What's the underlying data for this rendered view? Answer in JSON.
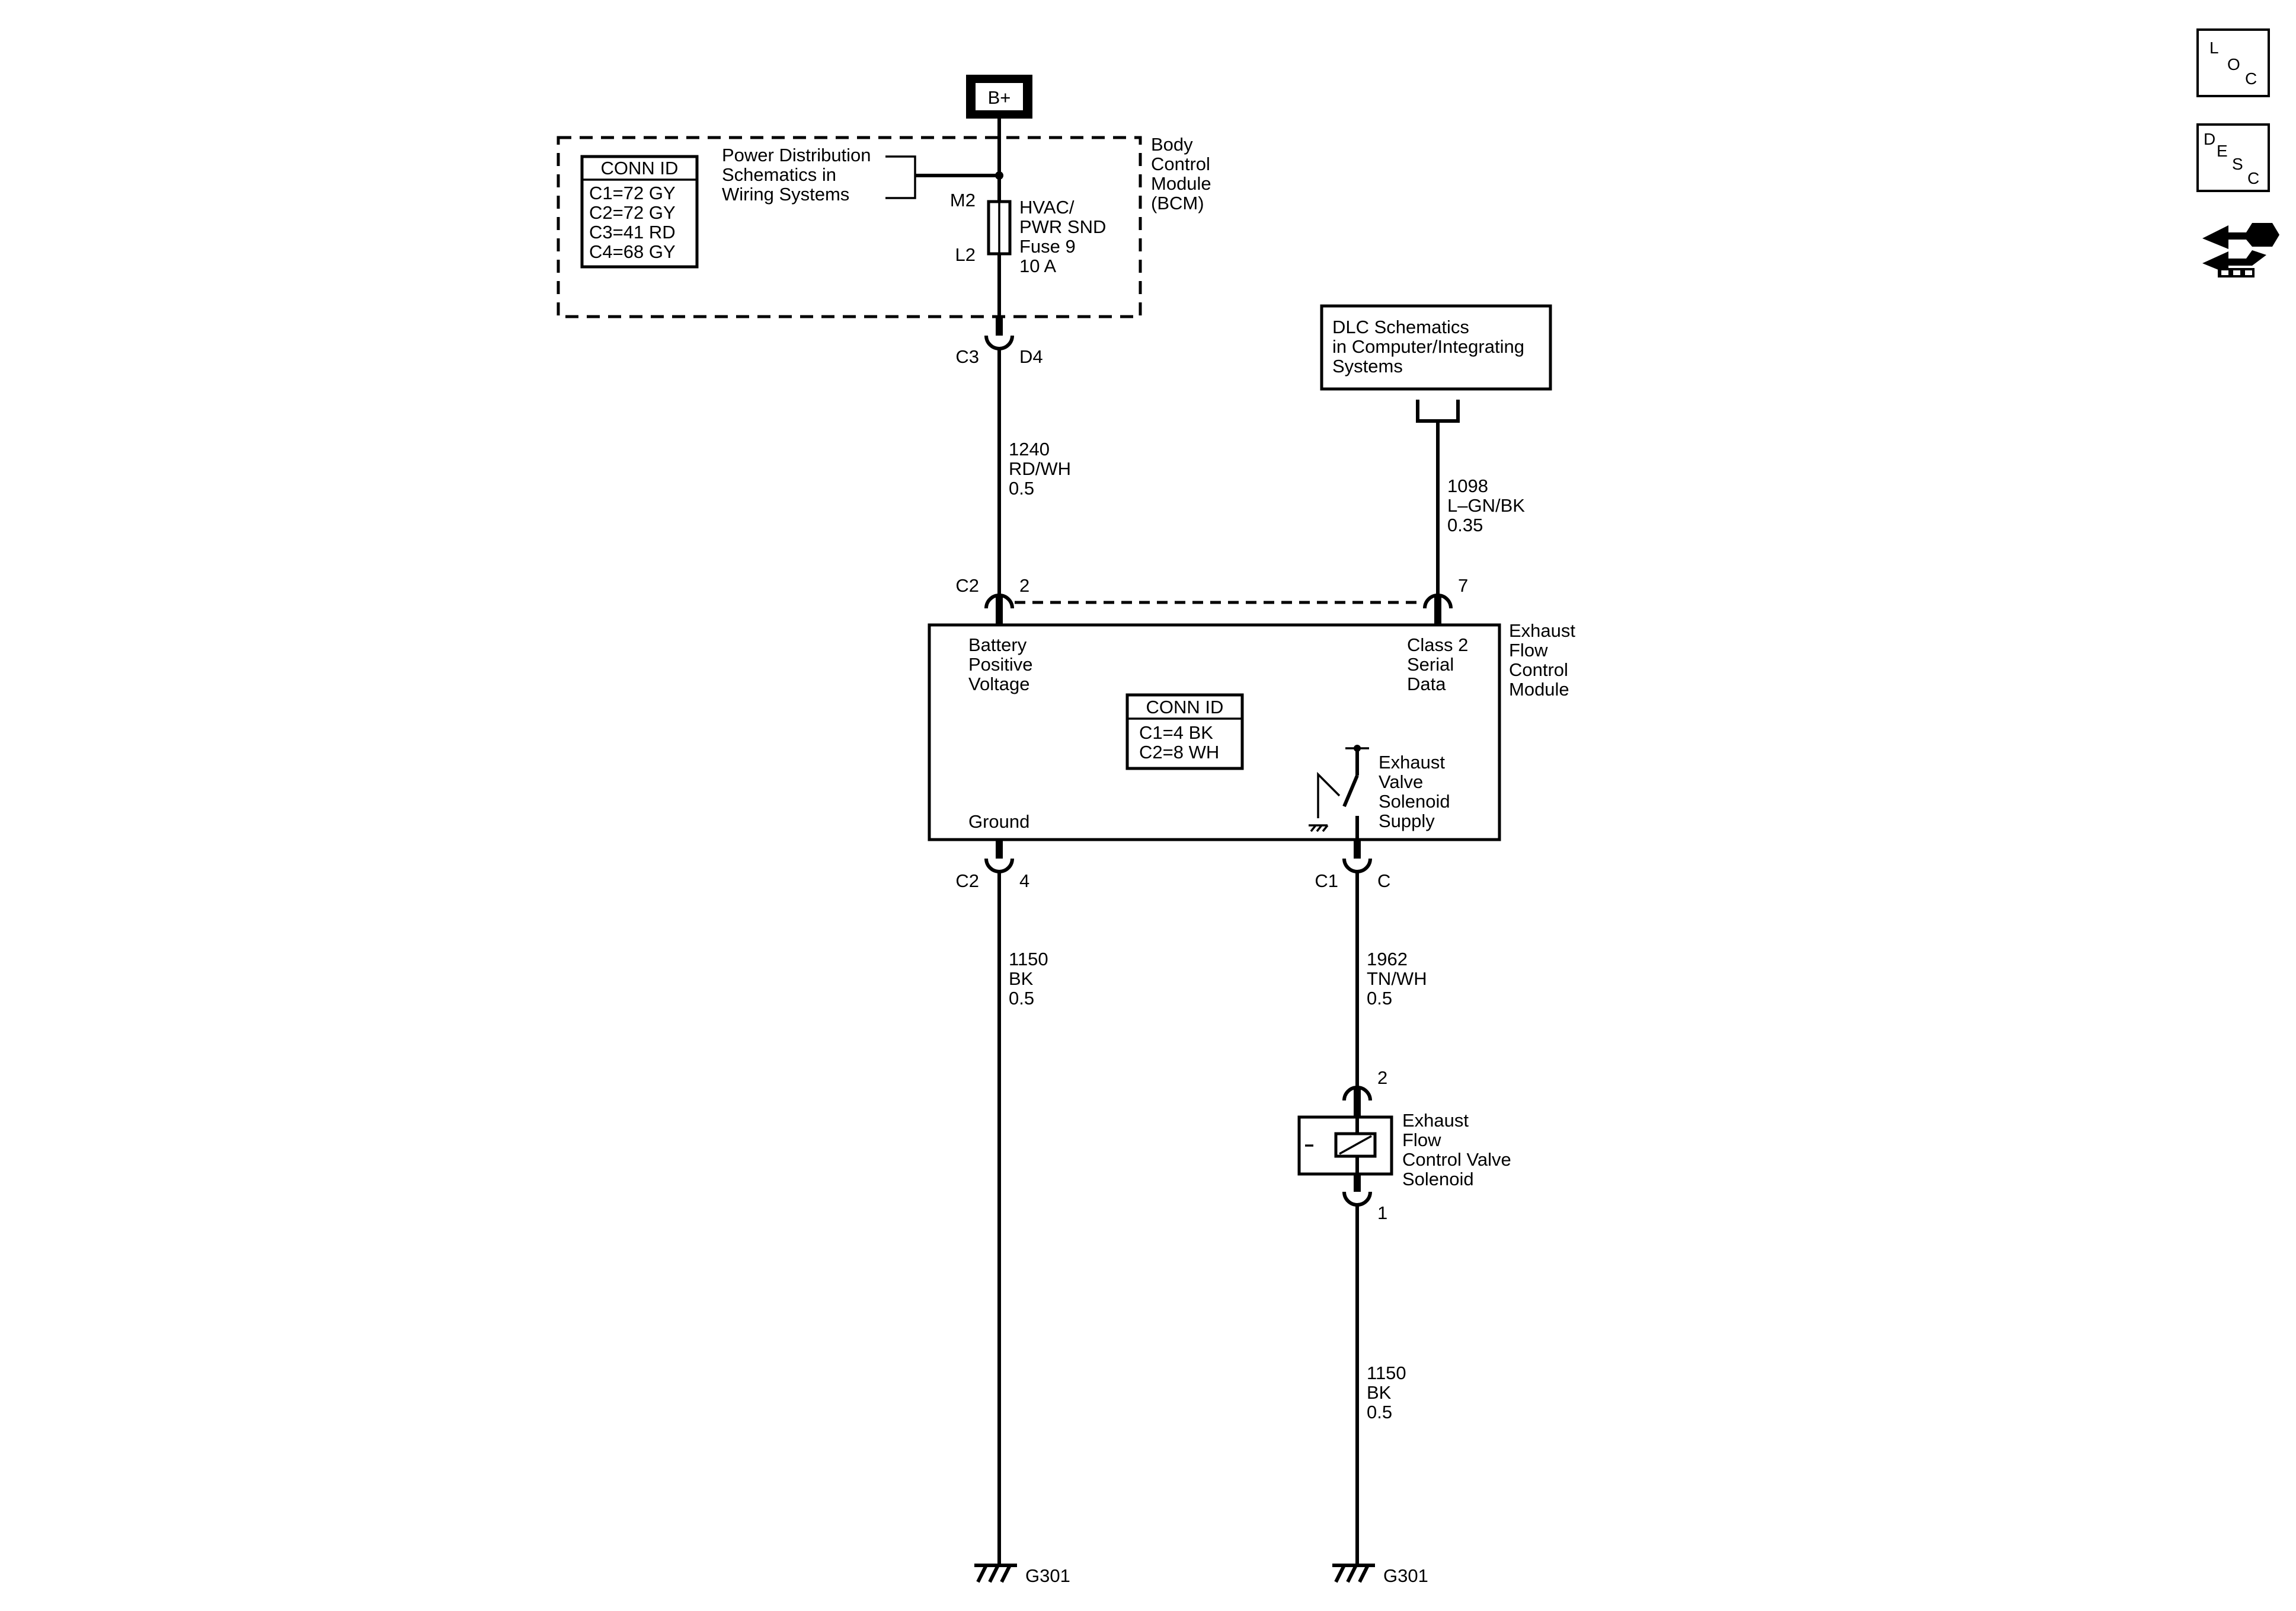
{
  "power_source": "B+",
  "bcm": {
    "conn_id": {
      "title": "CONN ID",
      "rows": [
        "C1=72 GY",
        "C2=72 GY",
        "C3=41 RD",
        "C4=68 GY"
      ]
    },
    "power_dist_ref": [
      "Power Distribution",
      "Schematics in",
      "Wiring Systems"
    ],
    "name": [
      "Body",
      "Control",
      "Module",
      "(BCM)"
    ],
    "fuse_pin_top": "M2",
    "fuse_pin_bottom": "L2",
    "fuse": [
      "HVAC/",
      "PWR SND",
      "Fuse 9",
      "10 A"
    ],
    "out_connector": "C3",
    "out_pin": "D4"
  },
  "wire_bcm_to_efcm": {
    "circuit": "1240",
    "color": "RD/WH",
    "gauge": "0.5"
  },
  "dlc": {
    "ref": [
      "DLC Schematics",
      "in Computer/Integrating",
      "Systems"
    ],
    "wire": {
      "circuit": "1098",
      "color": "L–GN/BK",
      "gauge": "0.35"
    }
  },
  "efcm": {
    "name": [
      "Exhaust",
      "Flow",
      "Control",
      "Module"
    ],
    "conn_id": {
      "title": "CONN ID",
      "rows": [
        "C1=4 BK",
        "C2=8 WH"
      ]
    },
    "battery_label": [
      "Battery",
      "Positive",
      "Voltage"
    ],
    "serial_label": [
      "Class 2",
      "Serial",
      "Data"
    ],
    "ground_label": "Ground",
    "solenoid_supply_label": [
      "Exhaust",
      "Valve",
      "Solenoid",
      "Supply"
    ],
    "top_left_connector": "C2",
    "top_left_pin": "2",
    "top_right_pin": "7",
    "bottom_left_connector": "C2",
    "bottom_left_pin": "4",
    "bottom_right_connector": "C1",
    "bottom_right_pin": "C"
  },
  "wire_ground_left": {
    "circuit": "1150",
    "color": "BK",
    "gauge": "0.5"
  },
  "wire_solenoid_supply": {
    "circuit": "1962",
    "color": "TN/WH",
    "gauge": "0.5"
  },
  "solenoid": {
    "name": [
      "Exhaust",
      "Flow",
      "Control Valve",
      "Solenoid"
    ],
    "pin_top": "2",
    "pin_bottom": "1"
  },
  "wire_ground_right": {
    "circuit": "1150",
    "color": "BK",
    "gauge": "0.5"
  },
  "ground_left": "G301",
  "ground_right": "G301",
  "side_buttons": {
    "loc": {
      "l": "L",
      "o": "O",
      "c": "C"
    },
    "desc": {
      "d": "D",
      "e": "E",
      "s": "S",
      "c": "C"
    },
    "connector_icon": "connector-end-view-icon"
  }
}
